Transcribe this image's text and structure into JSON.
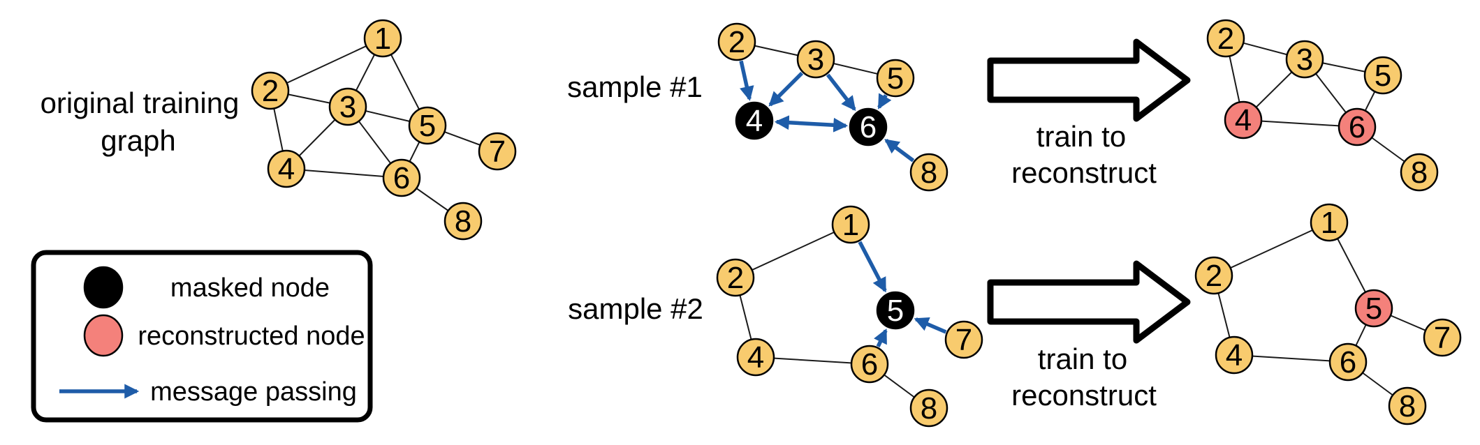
{
  "colors": {
    "background": "#ffffff",
    "node_fill": "#F8CB6E",
    "node_stroke": "#000000",
    "masked_fill": "#000000",
    "masked_text": "#ffffff",
    "reconstructed_fill": "#F4817B",
    "message_arrow": "#1E5CA8",
    "edge": "#1A1A1A",
    "outline": "#000000"
  },
  "labels": {
    "original_graph": [
      "original training",
      "graph"
    ],
    "sample1": "sample #1",
    "sample2": "sample #2",
    "train_arrow_1": [
      "train to",
      "reconstruct"
    ],
    "train_arrow_2": [
      "train to",
      "reconstruct"
    ]
  },
  "legend": {
    "items": [
      {
        "symbol": "masked-node-swatch",
        "label": "masked node"
      },
      {
        "symbol": "reconstructed-node-swatch",
        "label": "reconstructed node"
      },
      {
        "symbol": "message-passing-arrow",
        "label": "message passing"
      }
    ]
  },
  "graphs": {
    "original": {
      "nodes": [
        "1",
        "2",
        "3",
        "4",
        "5",
        "6",
        "7",
        "8"
      ],
      "masked": [],
      "reconstructed": [],
      "edges": [
        [
          "1",
          "2"
        ],
        [
          "1",
          "3"
        ],
        [
          "1",
          "5"
        ],
        [
          "2",
          "3"
        ],
        [
          "2",
          "4"
        ],
        [
          "3",
          "4"
        ],
        [
          "3",
          "5"
        ],
        [
          "3",
          "6"
        ],
        [
          "4",
          "6"
        ],
        [
          "5",
          "6"
        ],
        [
          "5",
          "7"
        ],
        [
          "6",
          "8"
        ]
      ],
      "message_arrows": []
    },
    "sample1": {
      "nodes": [
        "2",
        "3",
        "4",
        "5",
        "6",
        "8"
      ],
      "masked": [
        "4",
        "6"
      ],
      "reconstructed": [],
      "edges": [
        [
          "2",
          "3"
        ],
        [
          "3",
          "5"
        ]
      ],
      "message_arrows": [
        {
          "from": "2",
          "to": "4"
        },
        {
          "from": "3",
          "to": "4"
        },
        {
          "from": "3",
          "to": "6"
        },
        {
          "from": "5",
          "to": "6"
        },
        {
          "from": "8",
          "to": "6"
        },
        {
          "from": "4",
          "to": "6",
          "bidirectional": true
        }
      ]
    },
    "sample1_result": {
      "nodes": [
        "2",
        "3",
        "4",
        "5",
        "6",
        "8"
      ],
      "masked": [],
      "reconstructed": [
        "4",
        "6"
      ],
      "edges": [
        [
          "2",
          "3"
        ],
        [
          "3",
          "5"
        ],
        [
          "2",
          "4"
        ],
        [
          "3",
          "4"
        ],
        [
          "3",
          "6"
        ],
        [
          "4",
          "6"
        ],
        [
          "5",
          "6"
        ],
        [
          "6",
          "8"
        ]
      ],
      "message_arrows": []
    },
    "sample2": {
      "nodes": [
        "1",
        "2",
        "4",
        "5",
        "6",
        "7",
        "8"
      ],
      "masked": [
        "5"
      ],
      "reconstructed": [],
      "edges": [
        [
          "1",
          "2"
        ],
        [
          "2",
          "4"
        ],
        [
          "4",
          "6"
        ],
        [
          "6",
          "8"
        ]
      ],
      "message_arrows": [
        {
          "from": "1",
          "to": "5"
        },
        {
          "from": "6",
          "to": "5"
        },
        {
          "from": "7",
          "to": "5"
        }
      ]
    },
    "sample2_result": {
      "nodes": [
        "1",
        "2",
        "4",
        "5",
        "6",
        "7",
        "8"
      ],
      "masked": [],
      "reconstructed": [
        "5"
      ],
      "edges": [
        [
          "1",
          "2"
        ],
        [
          "1",
          "5"
        ],
        [
          "2",
          "4"
        ],
        [
          "4",
          "6"
        ],
        [
          "5",
          "6"
        ],
        [
          "5",
          "7"
        ],
        [
          "6",
          "8"
        ]
      ],
      "message_arrows": []
    }
  }
}
